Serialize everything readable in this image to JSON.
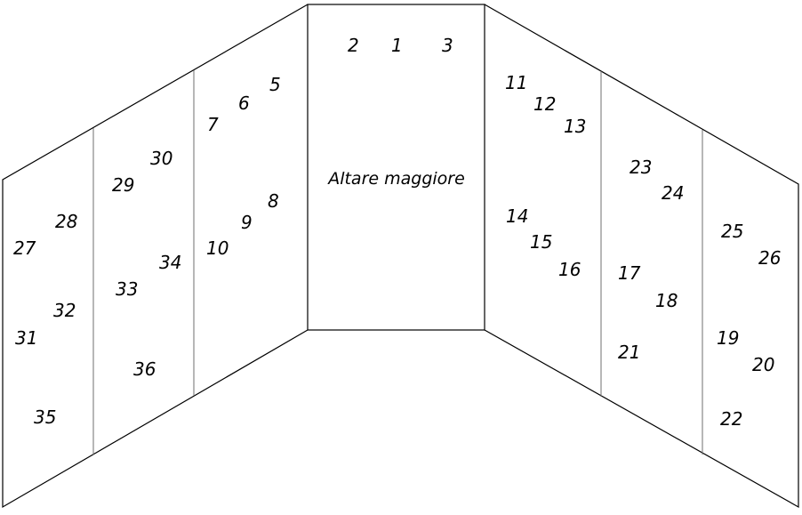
{
  "altar_label": "Altare maggiore",
  "center": {
    "n2": "2",
    "n1": "1",
    "n3": "3"
  },
  "left": {
    "n5": "5",
    "n6": "6",
    "n7": "7",
    "n8": "8",
    "n9": "9",
    "n10": "10",
    "n27": "27",
    "n28": "28",
    "n29": "29",
    "n30": "30",
    "n31": "31",
    "n32": "32",
    "n33": "33",
    "n34": "34",
    "n35": "35",
    "n36": "36"
  },
  "right": {
    "n11": "11",
    "n12": "12",
    "n13": "13",
    "n14": "14",
    "n15": "15",
    "n16": "16",
    "n17": "17",
    "n18": "18",
    "n19": "19",
    "n20": "20",
    "n21": "21",
    "n22": "22",
    "n23": "23",
    "n24": "24",
    "n25": "25",
    "n26": "26"
  }
}
